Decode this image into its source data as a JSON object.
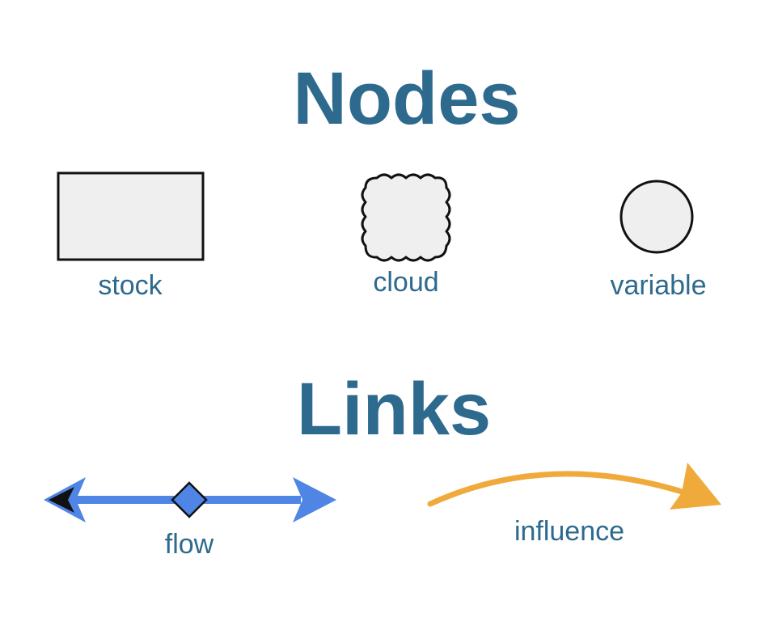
{
  "colors": {
    "heading": "#2e6a8e",
    "label": "#2e6a8e",
    "node_fill": "#efefef",
    "node_stroke": "#111111",
    "flow": "#4f86e5",
    "influence": "#f0a93b"
  },
  "sections": {
    "nodes": {
      "title": "Nodes",
      "items": [
        {
          "label": "stock",
          "shape": "rectangle"
        },
        {
          "label": "cloud",
          "shape": "cloud"
        },
        {
          "label": "variable",
          "shape": "circle"
        }
      ]
    },
    "links": {
      "title": "Links",
      "items": [
        {
          "label": "flow",
          "shape": "double-headed-arrow-with-valve"
        },
        {
          "label": "influence",
          "shape": "curved-arrow"
        }
      ]
    }
  }
}
